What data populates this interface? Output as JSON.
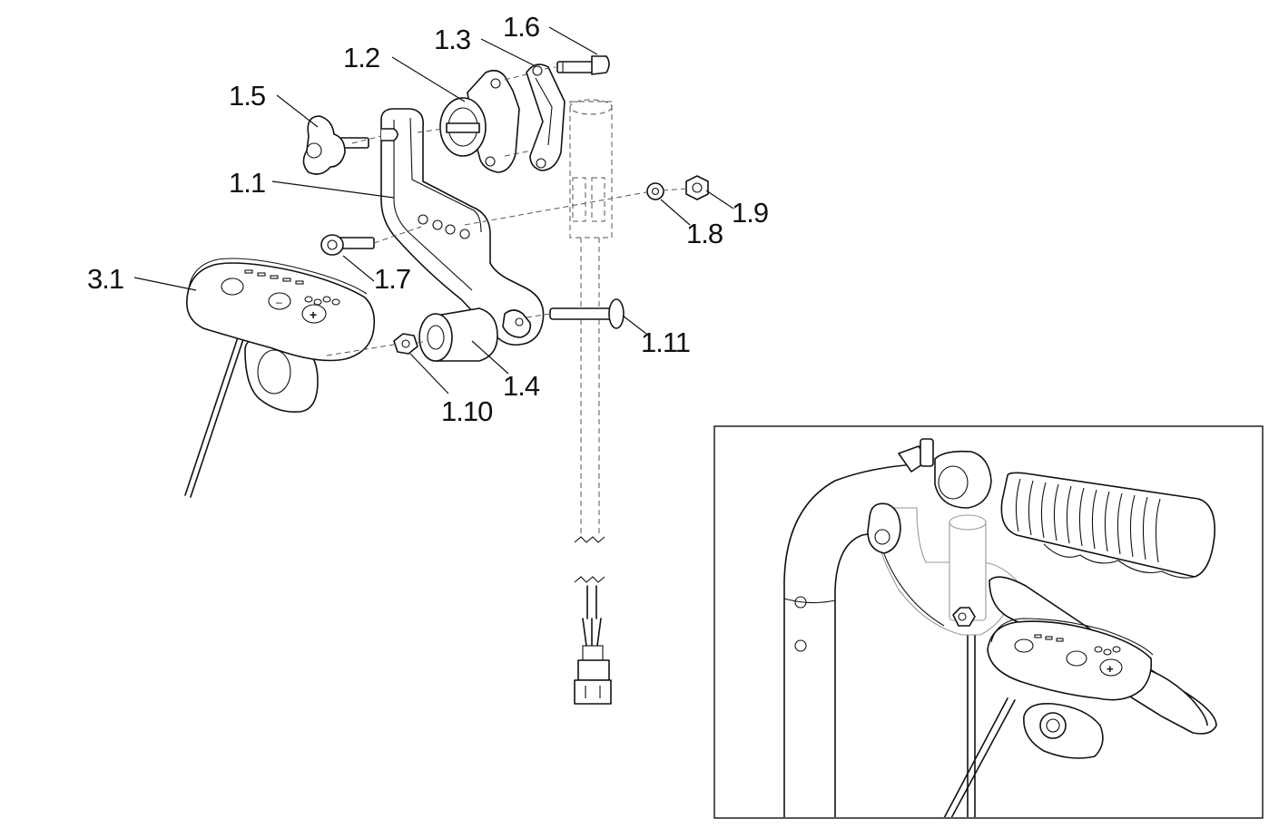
{
  "callouts": {
    "c1_1": "1.1",
    "c1_2": "1.2",
    "c1_3": "1.3",
    "c1_4": "1.4",
    "c1_5": "1.5",
    "c1_6": "1.6",
    "c1_7": "1.7",
    "c1_8": "1.8",
    "c1_9": "1.9",
    "c1_10": "1.10",
    "c1_11": "1.11",
    "c3_1": "3.1"
  }
}
